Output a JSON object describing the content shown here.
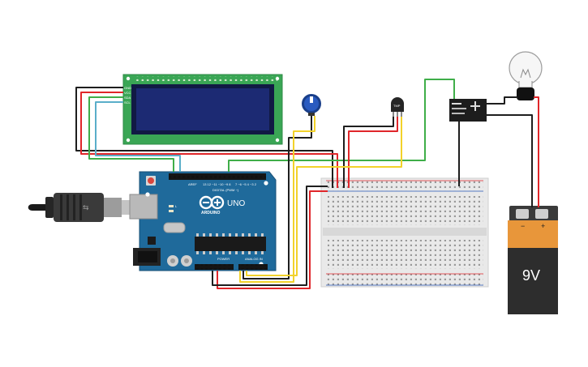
{
  "colors": {
    "arduino_blue": "#1f6a9b",
    "lcd_green": "#3aa655",
    "lcd_screen": "#1c2a73",
    "breadboard": "#e9e9e9",
    "battery_orange": "#e8963a",
    "battery_black": "#2d2d2d",
    "wire_red": "#e0262a",
    "wire_black": "#1e1e1e",
    "wire_green": "#3fae49",
    "wire_yellow": "#f2d22a",
    "wire_teal": "#5aaec9"
  },
  "arduino": {
    "brand_label": "ARDUINO",
    "model_label": "UNO",
    "digital_label": "DIGITAL (PWM ~)",
    "power_label": "POWER",
    "analog_label": "ANALOG IN",
    "on_label": "ON",
    "tx_label": "TX",
    "rx_label": "RX",
    "l_label": "L"
  },
  "lcd": {
    "pin_gnd": "GND",
    "pin_vcc": "VCC",
    "pin_sda": "SDA",
    "pin_scl": "SCL"
  },
  "sensor": {
    "label": "TMP"
  },
  "battery": {
    "voltage_label": "9V",
    "minus_label": "−",
    "plus_label": "+"
  },
  "icons": [
    "usb-cable-icon",
    "lightbulb-icon",
    "potentiometer-icon",
    "relay-icon",
    "temperature-sensor-icon",
    "battery-icon"
  ]
}
